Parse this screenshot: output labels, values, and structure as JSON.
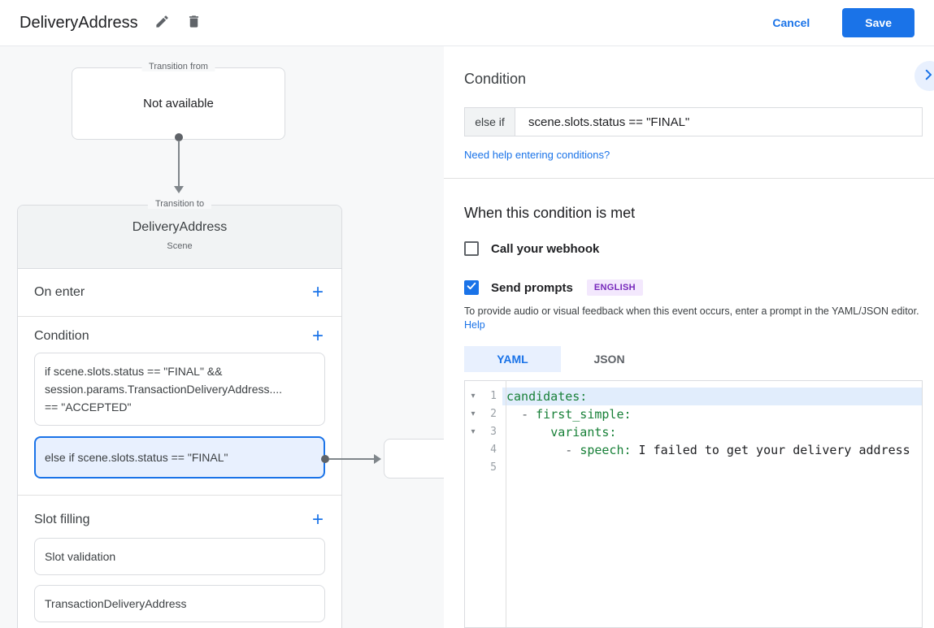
{
  "topbar": {
    "title": "DeliveryAddress",
    "cancel_label": "Cancel",
    "save_label": "Save"
  },
  "canvas": {
    "transition_from": {
      "label": "Transition from",
      "value": "Not available"
    },
    "scene_card": {
      "label": "Transition to",
      "title": "DeliveryAddress",
      "subtitle": "Scene",
      "on_enter_label": "On enter",
      "condition_label": "Condition",
      "slot_filling_label": "Slot filling",
      "add_icon": "+",
      "condition_items": [
        {
          "lines": [
            "if scene.slots.status == \"FINAL\" &&",
            "session.params.TransactionDeliveryAddress....",
            "== \"ACCEPTED\""
          ],
          "selected": false
        },
        {
          "lines": [
            "else if scene.slots.status == \"FINAL\""
          ],
          "selected": true
        }
      ],
      "slot_items": [
        "Slot validation",
        "TransactionDeliveryAddress"
      ]
    }
  },
  "panel": {
    "condition_title": "Condition",
    "condition_prefix": "else if",
    "condition_value": "scene.slots.status == \"FINAL\"",
    "help_link": "Need help entering conditions?",
    "when_met_title": "When this condition is met",
    "webhook_label": "Call your webhook",
    "webhook_checked": false,
    "send_prompts_label": "Send prompts",
    "send_prompts_checked": true,
    "language_badge": "ENGLISH",
    "description": "To provide audio or visual feedback when this event occurs, enter a prompt in the YAML/JSON editor.",
    "description_help_link": "Help",
    "tabs": [
      {
        "label": "YAML",
        "active": true
      },
      {
        "label": "JSON",
        "active": false
      }
    ]
  },
  "editor": {
    "lines": [
      {
        "num": "1",
        "fold": true,
        "active": true,
        "tokens": [
          {
            "c": "key",
            "t": "candidates:"
          }
        ]
      },
      {
        "num": "2",
        "fold": true,
        "active": false,
        "tokens": [
          {
            "c": "plain",
            "t": "  "
          },
          {
            "c": "dash",
            "t": "- "
          },
          {
            "c": "key",
            "t": "first_simple:"
          }
        ]
      },
      {
        "num": "3",
        "fold": true,
        "active": false,
        "tokens": [
          {
            "c": "plain",
            "t": "      "
          },
          {
            "c": "key",
            "t": "variants:"
          }
        ]
      },
      {
        "num": "4",
        "fold": false,
        "active": false,
        "tokens": [
          {
            "c": "plain",
            "t": "        "
          },
          {
            "c": "dash",
            "t": "- "
          },
          {
            "c": "key",
            "t": "speech:"
          },
          {
            "c": "plain",
            "t": " I failed to get your delivery address"
          }
        ]
      },
      {
        "num": "5",
        "fold": false,
        "active": false,
        "tokens": []
      }
    ]
  },
  "colors": {
    "accent_blue": "#1a73e8",
    "selected_condition_bg": "#e8f0fe",
    "code_key_green": "#188038",
    "badge_bg": "#f3e8fd",
    "badge_text": "#7627bb"
  }
}
